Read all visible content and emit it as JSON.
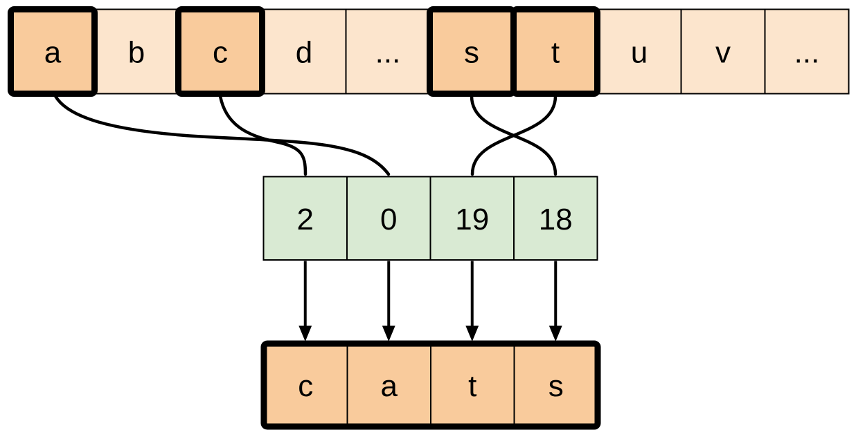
{
  "diagram": {
    "description": "character-to-index mapping diagram",
    "alphabet_row": {
      "cells": [
        {
          "label": "a",
          "highlighted": true
        },
        {
          "label": "b",
          "highlighted": false
        },
        {
          "label": "c",
          "highlighted": true
        },
        {
          "label": "d",
          "highlighted": false
        },
        {
          "label": "...",
          "highlighted": false
        },
        {
          "label": "s",
          "highlighted": true
        },
        {
          "label": "t",
          "highlighted": true
        },
        {
          "label": "u",
          "highlighted": false
        },
        {
          "label": "v",
          "highlighted": false
        },
        {
          "label": "...",
          "highlighted": false
        }
      ]
    },
    "index_row": {
      "cells": [
        {
          "label": "2"
        },
        {
          "label": "0"
        },
        {
          "label": "19"
        },
        {
          "label": "18"
        }
      ]
    },
    "output_row": {
      "cells": [
        {
          "label": "c"
        },
        {
          "label": "a"
        },
        {
          "label": "t"
        },
        {
          "label": "s"
        }
      ]
    },
    "connections": [
      {
        "from": "a",
        "to": "0"
      },
      {
        "from": "c",
        "to": "2"
      },
      {
        "from": "s",
        "to": "18"
      },
      {
        "from": "t",
        "to": "19"
      }
    ],
    "icons": [
      "curve-connector",
      "arrow-down-icon"
    ],
    "colors": {
      "highlight_fill": "#F9CB9C",
      "plain_fill": "#FCE5CD",
      "index_fill": "#D9EAD3",
      "stroke": "#000000",
      "background": "#FFFFFF"
    }
  }
}
